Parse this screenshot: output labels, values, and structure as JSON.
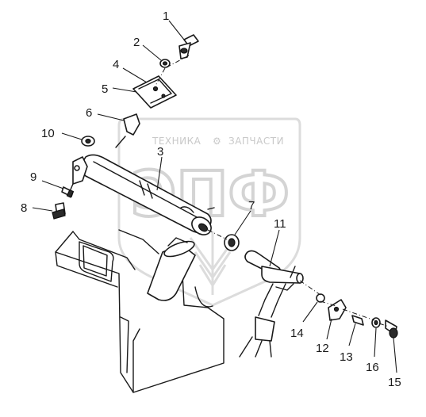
{
  "watermark": {
    "brand_left": "ТЕХНИКА",
    "brand_right": "ЗАПЧАСТИ",
    "logo_text": "ЭПФ"
  },
  "callouts": [
    {
      "id": "c1",
      "label": "1"
    },
    {
      "id": "c2",
      "label": "2"
    },
    {
      "id": "c3",
      "label": "3"
    },
    {
      "id": "c4",
      "label": "4"
    },
    {
      "id": "c5",
      "label": "5"
    },
    {
      "id": "c6",
      "label": "6"
    },
    {
      "id": "c7",
      "label": "7"
    },
    {
      "id": "c8",
      "label": "8"
    },
    {
      "id": "c9",
      "label": "9"
    },
    {
      "id": "c10",
      "label": "10"
    },
    {
      "id": "c11",
      "label": "11"
    },
    {
      "id": "c12",
      "label": "12"
    },
    {
      "id": "c13",
      "label": "13"
    },
    {
      "id": "c14",
      "label": "14"
    },
    {
      "id": "c15",
      "label": "15"
    },
    {
      "id": "c16",
      "label": "16"
    }
  ]
}
